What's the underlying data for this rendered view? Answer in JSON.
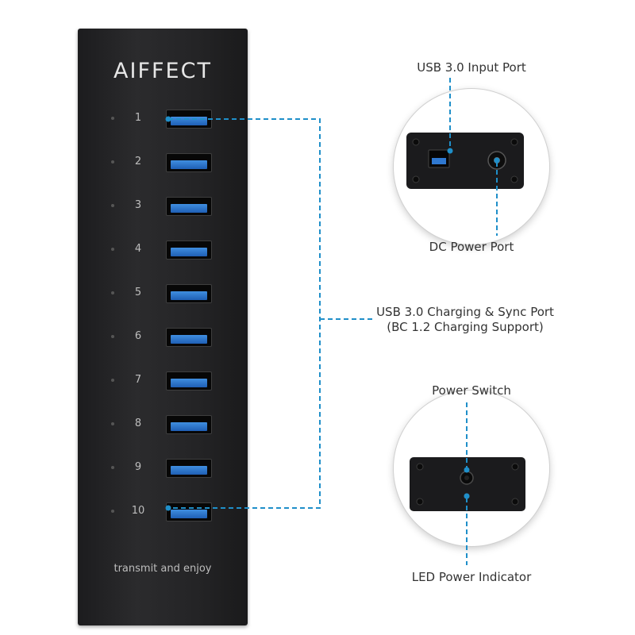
{
  "brand": "AIFFECT",
  "slogan": "transmit and enjoy",
  "ports": [
    "1",
    "2",
    "3",
    "4",
    "5",
    "6",
    "7",
    "8",
    "9",
    "10"
  ],
  "labels": {
    "usb_input": "USB 3.0 Input Port",
    "dc_power": "DC Power Port",
    "charging_line1": "USB 3.0 Charging & Sync Port",
    "charging_line2": "(BC 1.2 Charging Support)",
    "power_switch": "Power Switch",
    "led_indicator": "LED Power Indicator"
  },
  "colors": {
    "hub_body": "#232325",
    "usb_blue": "#2f78d0",
    "callout_line": "#1f8fc9",
    "text": "#333333"
  }
}
